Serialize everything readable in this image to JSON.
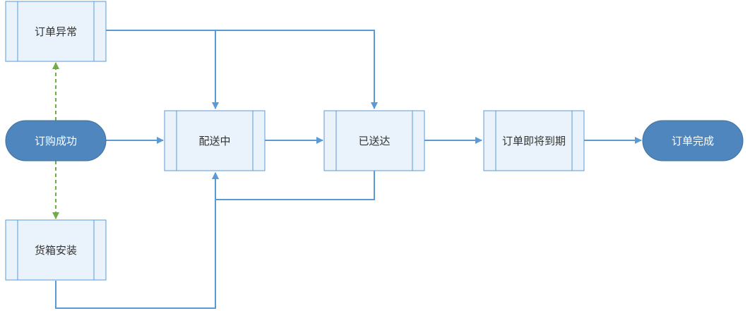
{
  "colors": {
    "flow_line": "#5b9bd5",
    "dashed_line": "#70ad47",
    "process_fill": "#eaf3fb",
    "process_border": "#5b9bd5",
    "terminal_fill": "#4f86bd",
    "terminal_text": "#ffffff",
    "process_text": "#333333"
  },
  "nodes": {
    "order_exception": "订单异常",
    "order_success": "订购成功",
    "box_install": "货箱安装",
    "in_delivery": "配送中",
    "delivered": "已送达",
    "about_to_expire": "订单即将到期",
    "order_complete": "订单完成"
  }
}
